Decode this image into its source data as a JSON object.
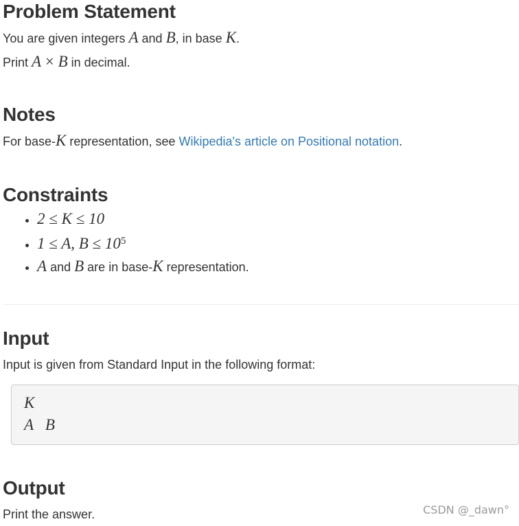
{
  "problem": {
    "heading": "Problem Statement",
    "line1": {
      "pre": "You are given integers ",
      "a": "A",
      "and": " and ",
      "b": "B",
      "mid": ", in base ",
      "k": "K",
      "end": "."
    },
    "line2": {
      "pre": "Print ",
      "a": "A",
      "times": " × ",
      "b": "B",
      "end": " in decimal."
    }
  },
  "notes": {
    "heading": "Notes",
    "pre": "For base-",
    "k": "K",
    "mid": " representation, see ",
    "link": "Wikipedia's article on Positional notation",
    "end": "."
  },
  "constraints": {
    "heading": "Constraints",
    "c1": "2 ≤ K ≤ 10",
    "c2_main": "1 ≤ A, B ≤ 10",
    "c2_exp": "5",
    "c3": {
      "a": "A",
      "and": " and ",
      "b": "B",
      "mid": " are in base-",
      "k": "K",
      "end": " representation."
    }
  },
  "input": {
    "heading": "Input",
    "desc": "Input is given from Standard Input in the following format:",
    "format_line1": "K",
    "format_line2": "A   B"
  },
  "output": {
    "heading": "Output",
    "desc": "Print the answer."
  },
  "watermark": "CSDN @_dawn°"
}
